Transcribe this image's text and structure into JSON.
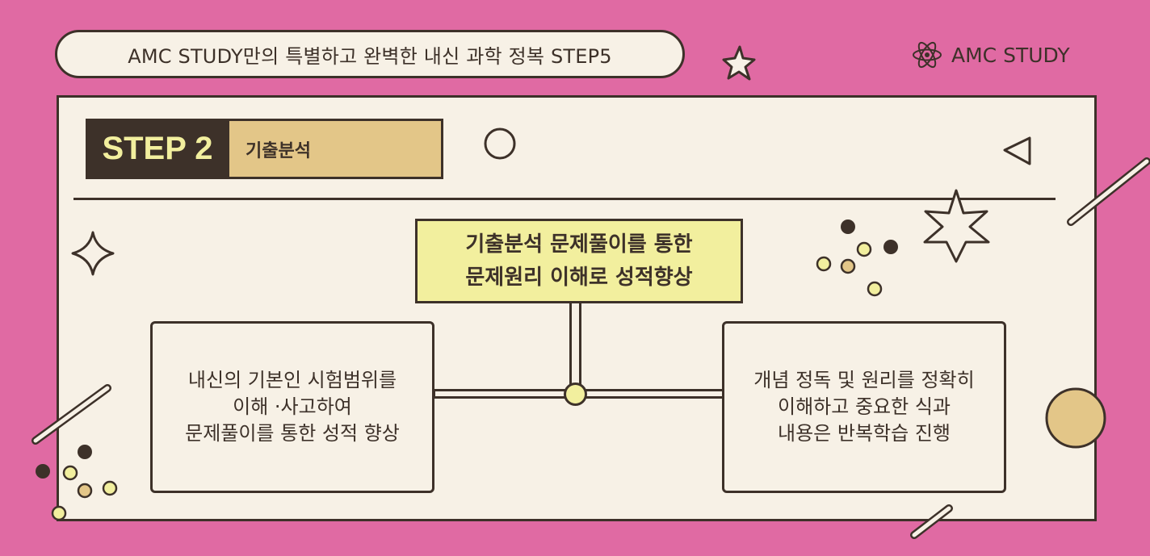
{
  "header": {
    "title": "AMC STUDY만의 특별하고 완벽한 내신 과학 정복 STEP5",
    "brand": "AMC STUDY",
    "brand_icon": "atom-icon"
  },
  "step": {
    "label": "STEP 2",
    "name": "기출분석"
  },
  "center": {
    "line1": "기출분석 문제풀이를 통한",
    "line2": "문제원리 이해로 성적향상"
  },
  "left_box": {
    "line1": "내신의 기본인 시험범위를",
    "line2": "이해 ·사고하여",
    "line3": "문제풀이를 통한 성적 향상"
  },
  "right_box": {
    "line1": "개념 정독 및 원리를 정확히",
    "line2": "이해하고 중요한 식과",
    "line3": "내용은 반복학습 진행"
  },
  "colors": {
    "background": "#e06aa3",
    "board": "#f7f1e6",
    "dark": "#3d3129",
    "yellow": "#f2ef9e",
    "tan": "#e3c688"
  }
}
